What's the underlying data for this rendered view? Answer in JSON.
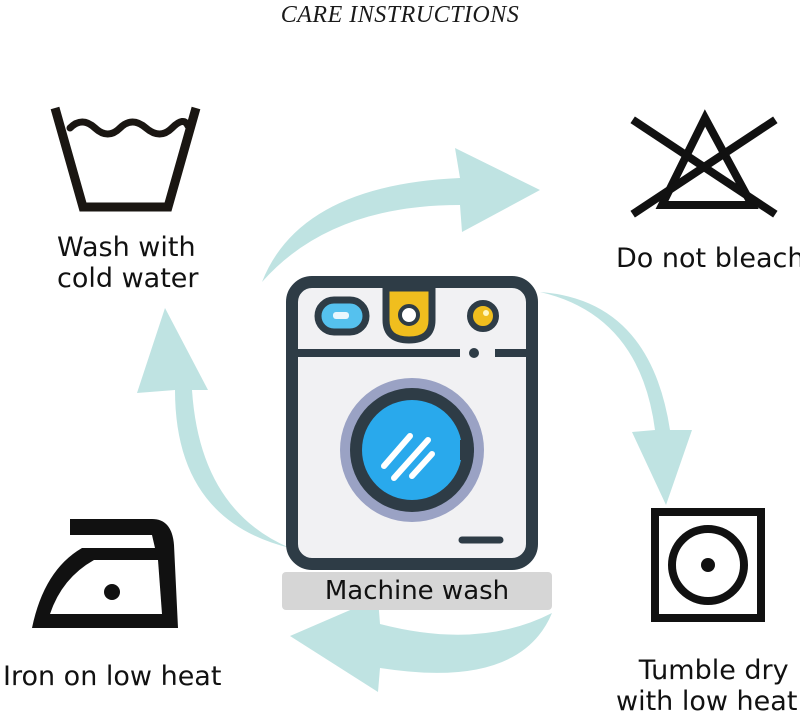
{
  "title": "CARE INSTRUCTIONS",
  "steps": {
    "wash": {
      "line1": "Wash with",
      "line2": "cold water",
      "icon": "washtub-icon"
    },
    "bleach": {
      "label": "Do not bleach",
      "icon": "no-bleach-icon"
    },
    "tumble": {
      "line1": "Tumble dry",
      "line2": "with low heat",
      "icon": "tumble-dry-icon"
    },
    "iron": {
      "label": "Iron on low heat",
      "icon": "iron-icon"
    },
    "machine": {
      "label": "Machine wash",
      "icon": "washing-machine-icon"
    }
  },
  "colors": {
    "arrow": "#bfe3e2",
    "outline": "#2e3c46",
    "body": "#f1f1f3",
    "drum_blue": "#29a9ec",
    "drum_light": "#7fd2f5",
    "ring": "#9aa2c4",
    "button_blue": "#55c1ee",
    "gold": "#f0be1e",
    "label_bg": "#d6d6d6"
  }
}
